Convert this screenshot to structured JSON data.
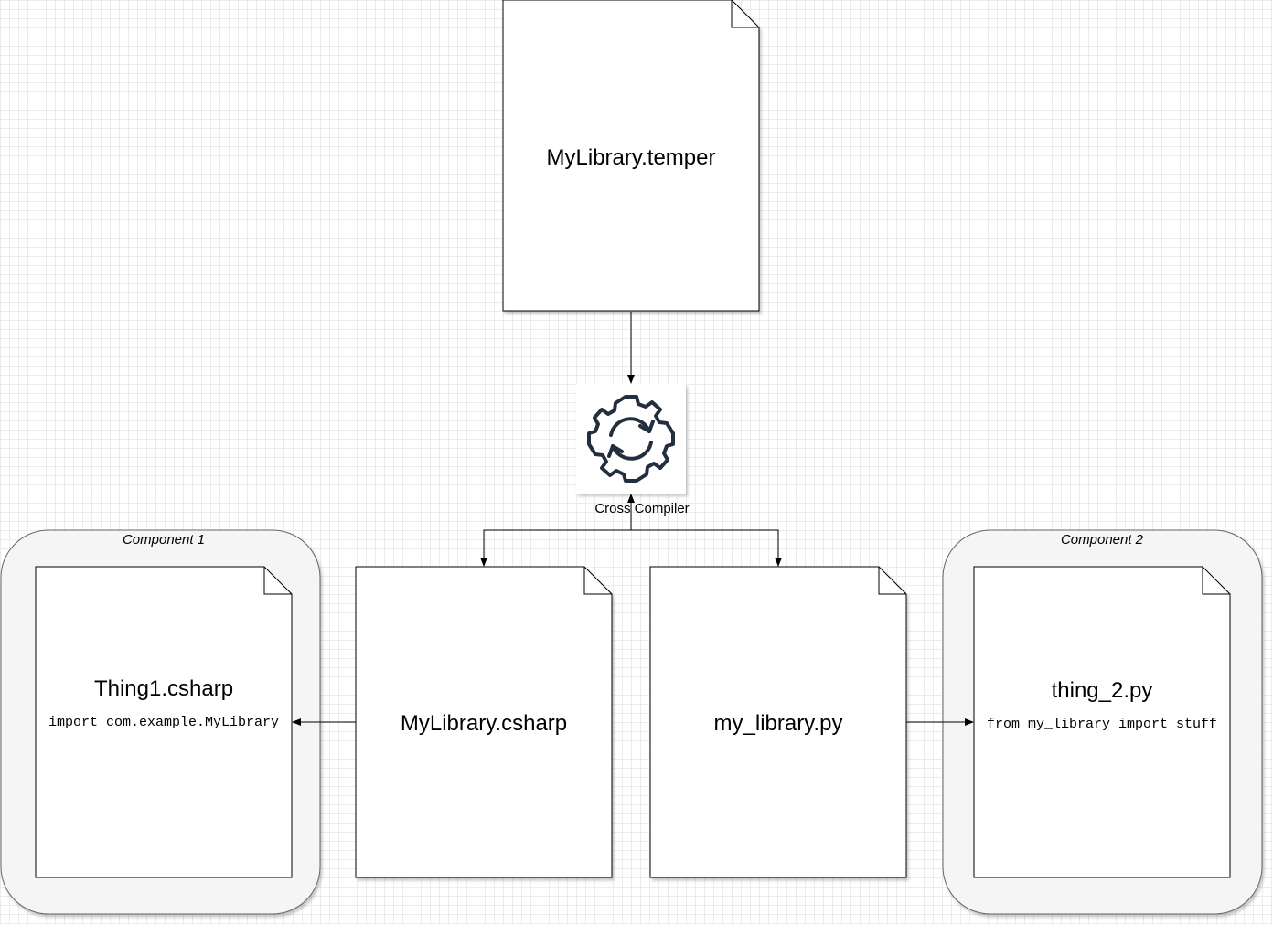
{
  "source_file": {
    "name": "MyLibrary.temper"
  },
  "compiler": {
    "label": "Cross Compiler",
    "icon": "gear-sync-icon"
  },
  "outputs": [
    {
      "name": "MyLibrary.csharp"
    },
    {
      "name": "my_library.py"
    }
  ],
  "components": [
    {
      "title": "Component 1",
      "file": "Thing1.csharp",
      "code": "import com.example.MyLibrary"
    },
    {
      "title": "Component 2",
      "file": "thing_2.py",
      "code": "from my_library import stuff"
    }
  ]
}
